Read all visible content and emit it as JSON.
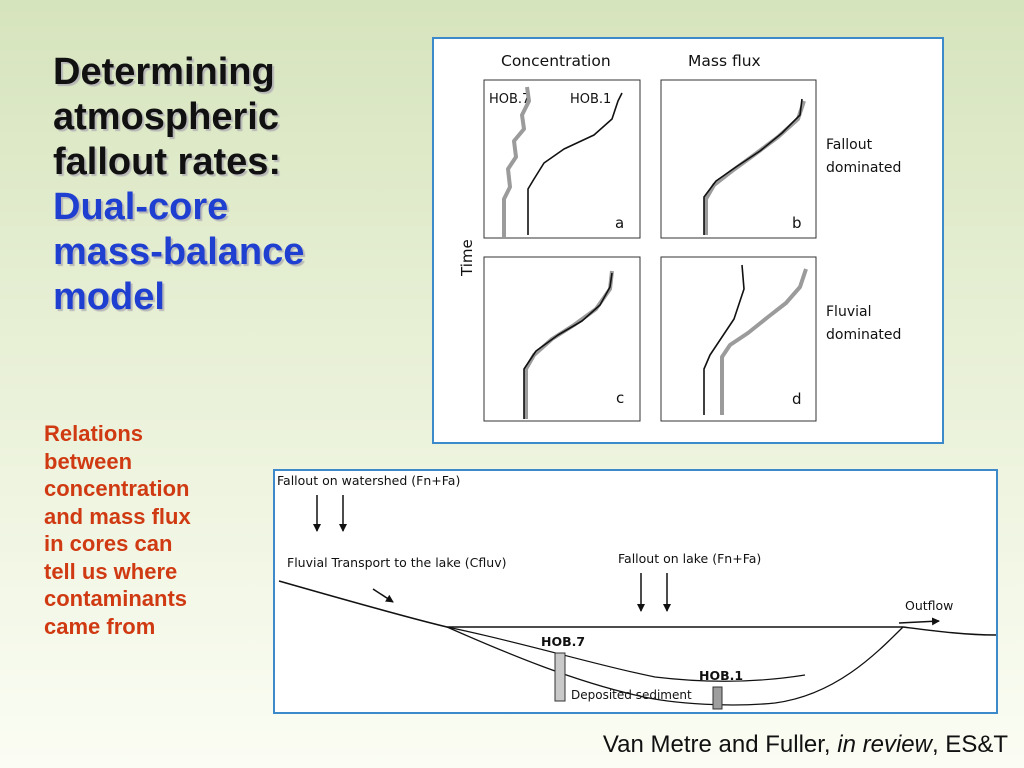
{
  "title": {
    "line1": "Determining",
    "line2": "atmospheric",
    "line3": "fallout rates:",
    "line4": "Dual-core",
    "line5": "mass-balance",
    "line6": "model"
  },
  "note": {
    "lines": [
      "Relations",
      "between",
      "concentration",
      "and mass flux",
      "in cores can",
      "tell us where",
      "contaminants",
      "came from"
    ]
  },
  "citation": {
    "authors": "Van Metre and Fuller, ",
    "status": "in review",
    "journal": ", ES&T"
  },
  "panels": {
    "col_concentration": "Concentration",
    "col_mass_flux": "Mass flux",
    "axis_time": "Time",
    "hob7": "HOB.7",
    "hob1": "HOB.1",
    "row1_label": [
      "Fallout",
      "dominated"
    ],
    "row2_label": [
      "Fluvial",
      "dominated"
    ],
    "sub_a": "a",
    "sub_b": "b",
    "sub_c": "c",
    "sub_d": "d"
  },
  "lake": {
    "fallout_watershed": "Fallout on watershed  (Fn+Fa)",
    "fluvial_transport": "Fluvial Transport to the lake (Cfluv)",
    "fallout_lake": "Fallout on lake (Fn+Fa)",
    "outflow": "Outflow",
    "hob7": "HOB.7",
    "hob1": "HOB.1",
    "deposited": "Deposited sediment"
  },
  "colors": {
    "title_dark": "#111111",
    "title_blue": "#1f3fd1",
    "note_text": "#d03a12",
    "panel_border": "#3c8ac9",
    "gray_curve": "#9b9b9b",
    "black_curve": "#111111"
  }
}
